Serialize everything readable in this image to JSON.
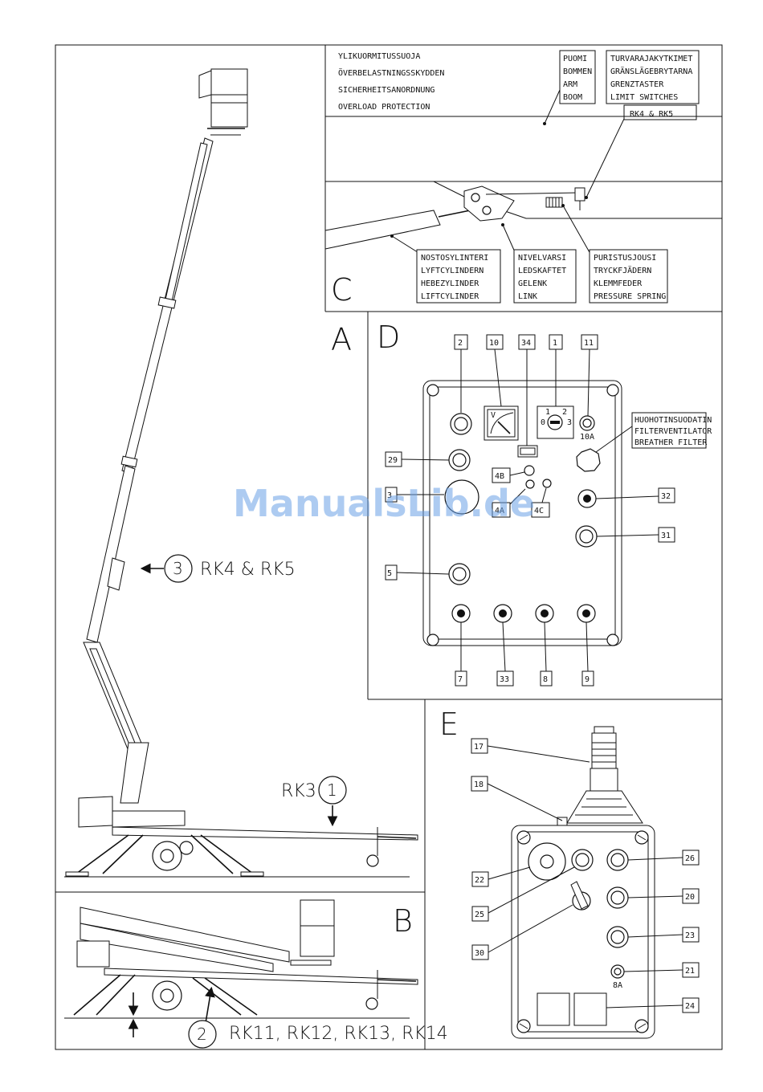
{
  "watermark": "ManualsLib.de",
  "section_letters": {
    "a": "A",
    "b": "B",
    "c": "C",
    "d": "D",
    "e": "E"
  },
  "section_c": {
    "title_lines": [
      "YLIKUORMITUSSUOJA",
      "ÖVERBELASTNINGSSKYDDEN",
      "SICHERHEITSANORDNUNG",
      "OVERLOAD PROTECTION"
    ],
    "boom_lines": [
      "PUOMI",
      "BOMMEN",
      "ARM",
      "BOOM"
    ],
    "limit_lines": [
      "TURVARAJAKYTKIMET",
      "GRÄNSLÄGEBRYTARNA",
      "GRENZTASTER",
      "LIMIT SWITCHES"
    ],
    "rk_label": "RK4 & RK5",
    "cylinder_lines": [
      "NOSTOSYLINTERI",
      "LYFTCYLINDERN",
      "HEBEZYLINDER",
      "LIFTCYLINDER"
    ],
    "link_lines": [
      "NIVELVARSI",
      "LEDSKAFTET",
      "GELENK",
      "LINK"
    ],
    "spring_lines": [
      "PURISTUSJOUSI",
      "TRYCKFJÄDERN",
      "KLEMMFEDER",
      "PRESSURE SPRING"
    ]
  },
  "section_a": {
    "callout3_num": "3",
    "callout3_text": "RK4  &  RK5",
    "callout1_num": "1",
    "callout1_text": "RK3"
  },
  "section_b": {
    "callout2_num": "2",
    "callout2_text": "RK11, RK12, RK13, RK14"
  },
  "section_d": {
    "top_labels": [
      "2",
      "10",
      "34",
      "1",
      "11"
    ],
    "left_labels": [
      "29",
      "3",
      "5"
    ],
    "right_labels": [
      "32",
      "31"
    ],
    "bottom_labels": [
      "7",
      "33",
      "8",
      "9"
    ],
    "inner_labels": {
      "b4": "4B",
      "a4": "4A",
      "c4": "4C"
    },
    "meter_symbol": "V",
    "selector_marks": [
      "1",
      "2",
      "0",
      "3"
    ],
    "fuse_label": "10A",
    "filter_lines": [
      "HUOHOTINSUODATIN",
      "FILTERVENTILATOR",
      "BREATHER FILTER"
    ]
  },
  "section_e": {
    "labels": {
      "n17": "17",
      "n18": "18",
      "n22": "22",
      "n25": "25",
      "n30": "30",
      "n26": "26",
      "n20": "20",
      "n23": "23",
      "n21": "21",
      "n24": "24"
    },
    "fuse_label": "8A"
  }
}
